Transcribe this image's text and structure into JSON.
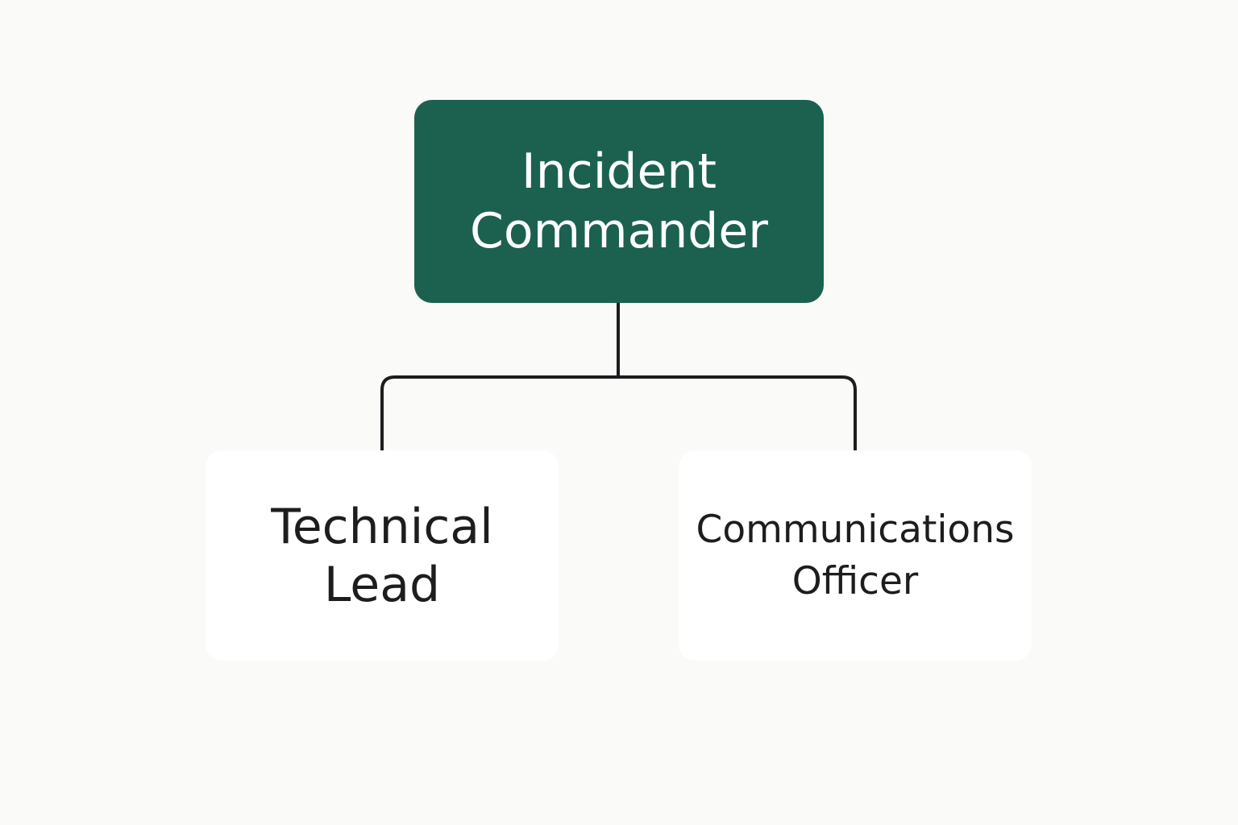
{
  "diagram": {
    "root": {
      "lines": [
        "Incident",
        "Commander"
      ],
      "fill": "#1c6150"
    },
    "children": [
      {
        "lines": [
          "Technical",
          "Lead"
        ]
      },
      {
        "lines": [
          "Communications",
          "Officer"
        ]
      }
    ],
    "colors": {
      "background": "#fafaf8",
      "connector": "#1d1d1f",
      "child_fill": "#ffffff",
      "child_text": "#1d1d1f",
      "root_text": "#ffffff"
    }
  }
}
